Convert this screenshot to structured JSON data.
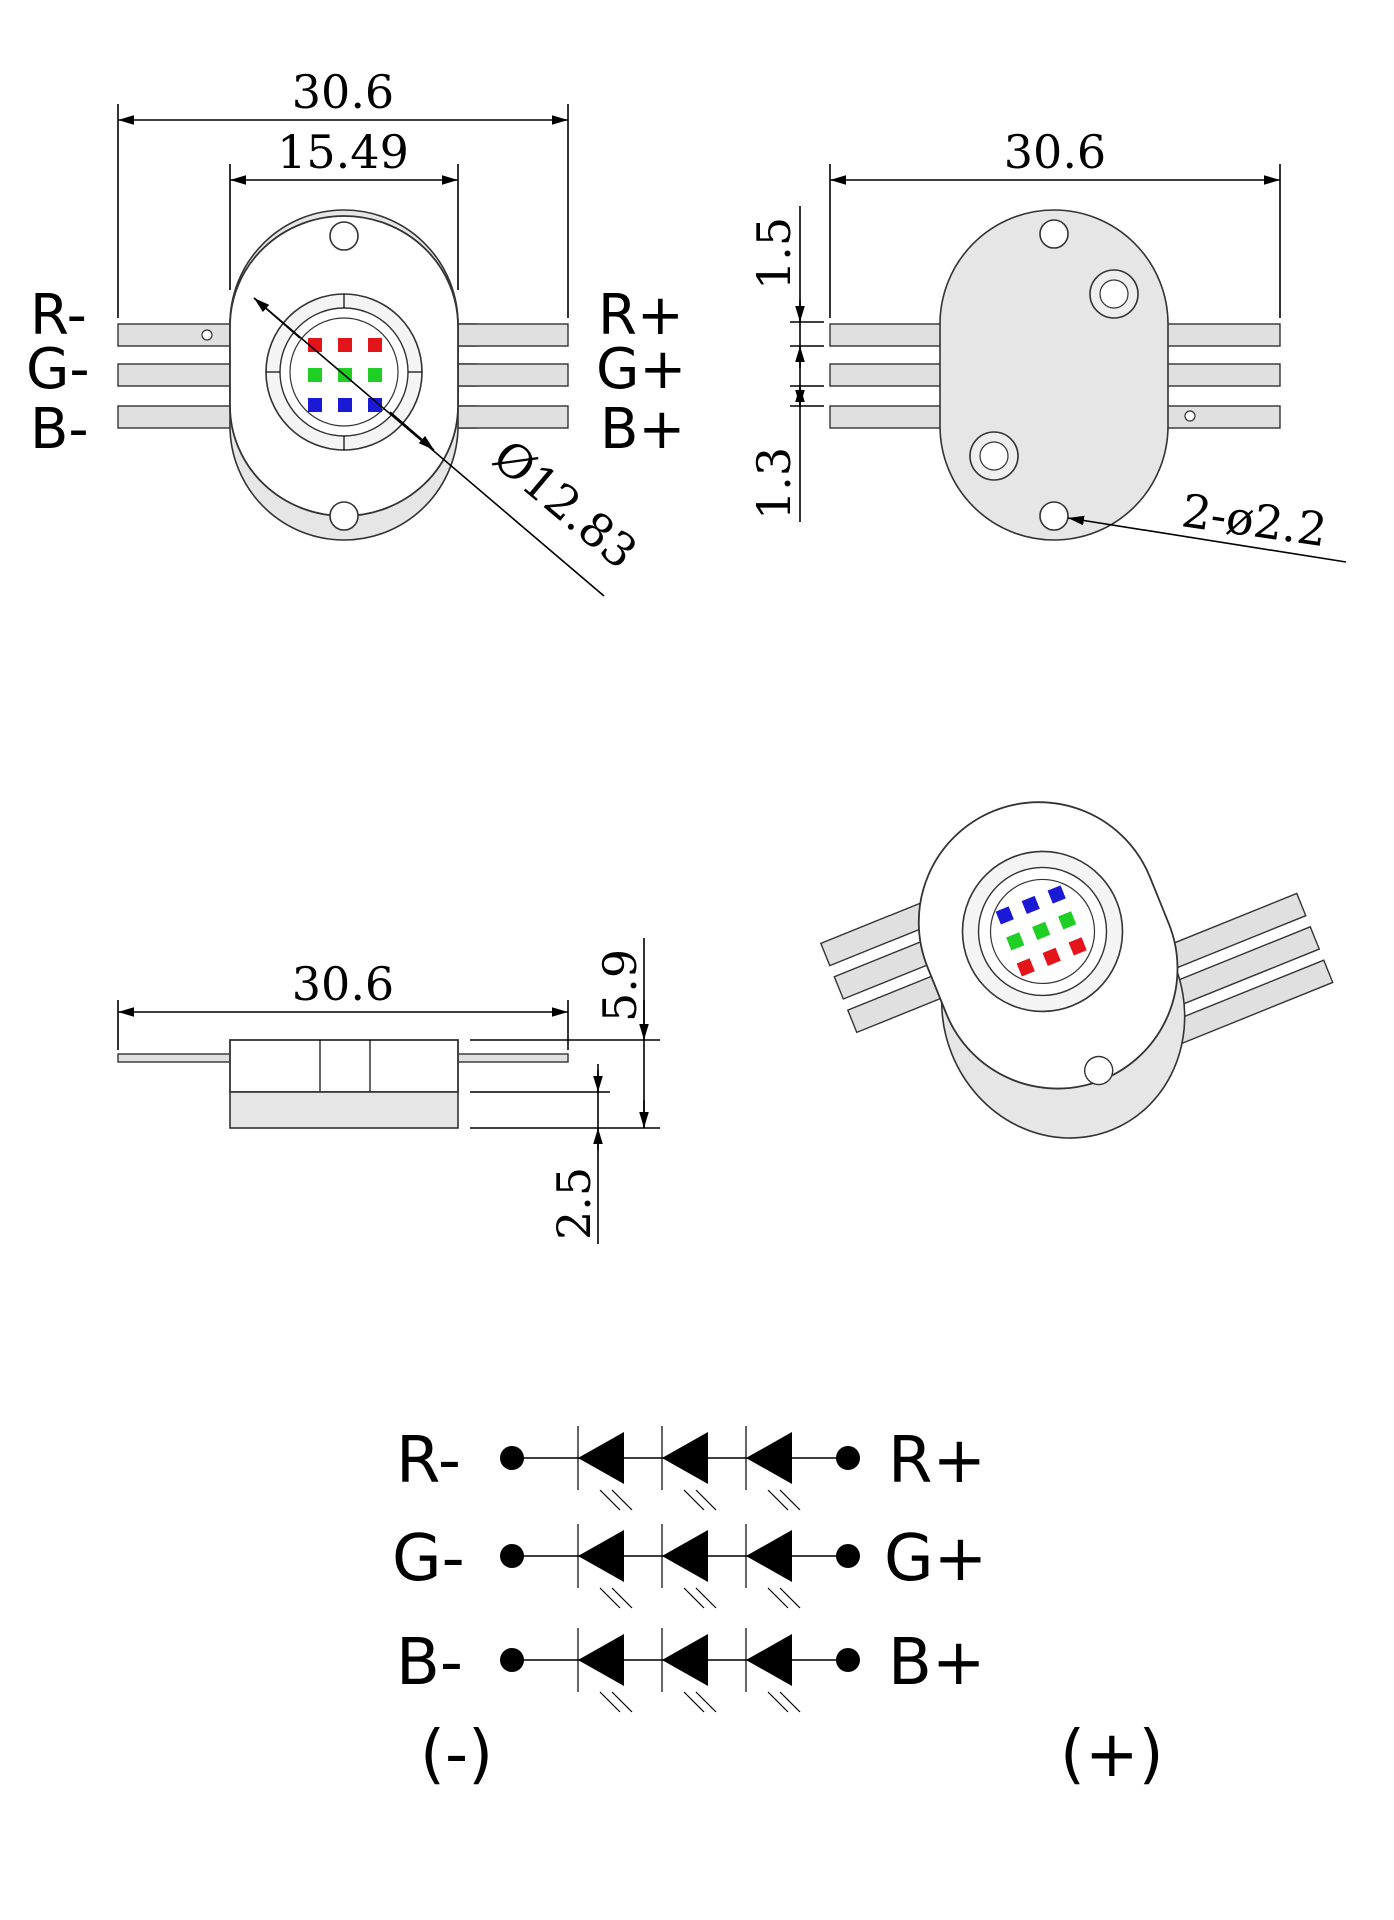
{
  "dimensions": {
    "front_overall_width": "30.6",
    "front_inner_width": "15.49",
    "front_diameter": "Ø12.83",
    "back_overall_width": "30.6",
    "back_pin_spacing_top": "1.5",
    "back_pin_spacing_bottom": "1.3",
    "back_holes": "2-ø2.2",
    "side_overall_width": "30.6",
    "side_height": "5.9",
    "side_base_height": "2.5"
  },
  "pins": {
    "r_minus": "R-",
    "g_minus": "G-",
    "b_minus": "B-",
    "r_plus": "R+",
    "g_plus": "G+",
    "b_plus": "B+"
  },
  "schematic": {
    "rows": [
      {
        "minus": "R-",
        "plus": "R+"
      },
      {
        "minus": "G-",
        "plus": "G+"
      },
      {
        "minus": "B-",
        "plus": "B+"
      }
    ],
    "negative": "(-)",
    "positive": "(+)"
  },
  "colors": {
    "red": "#e4141b",
    "green": "#1fcf26",
    "blue": "#1a1ad6"
  }
}
